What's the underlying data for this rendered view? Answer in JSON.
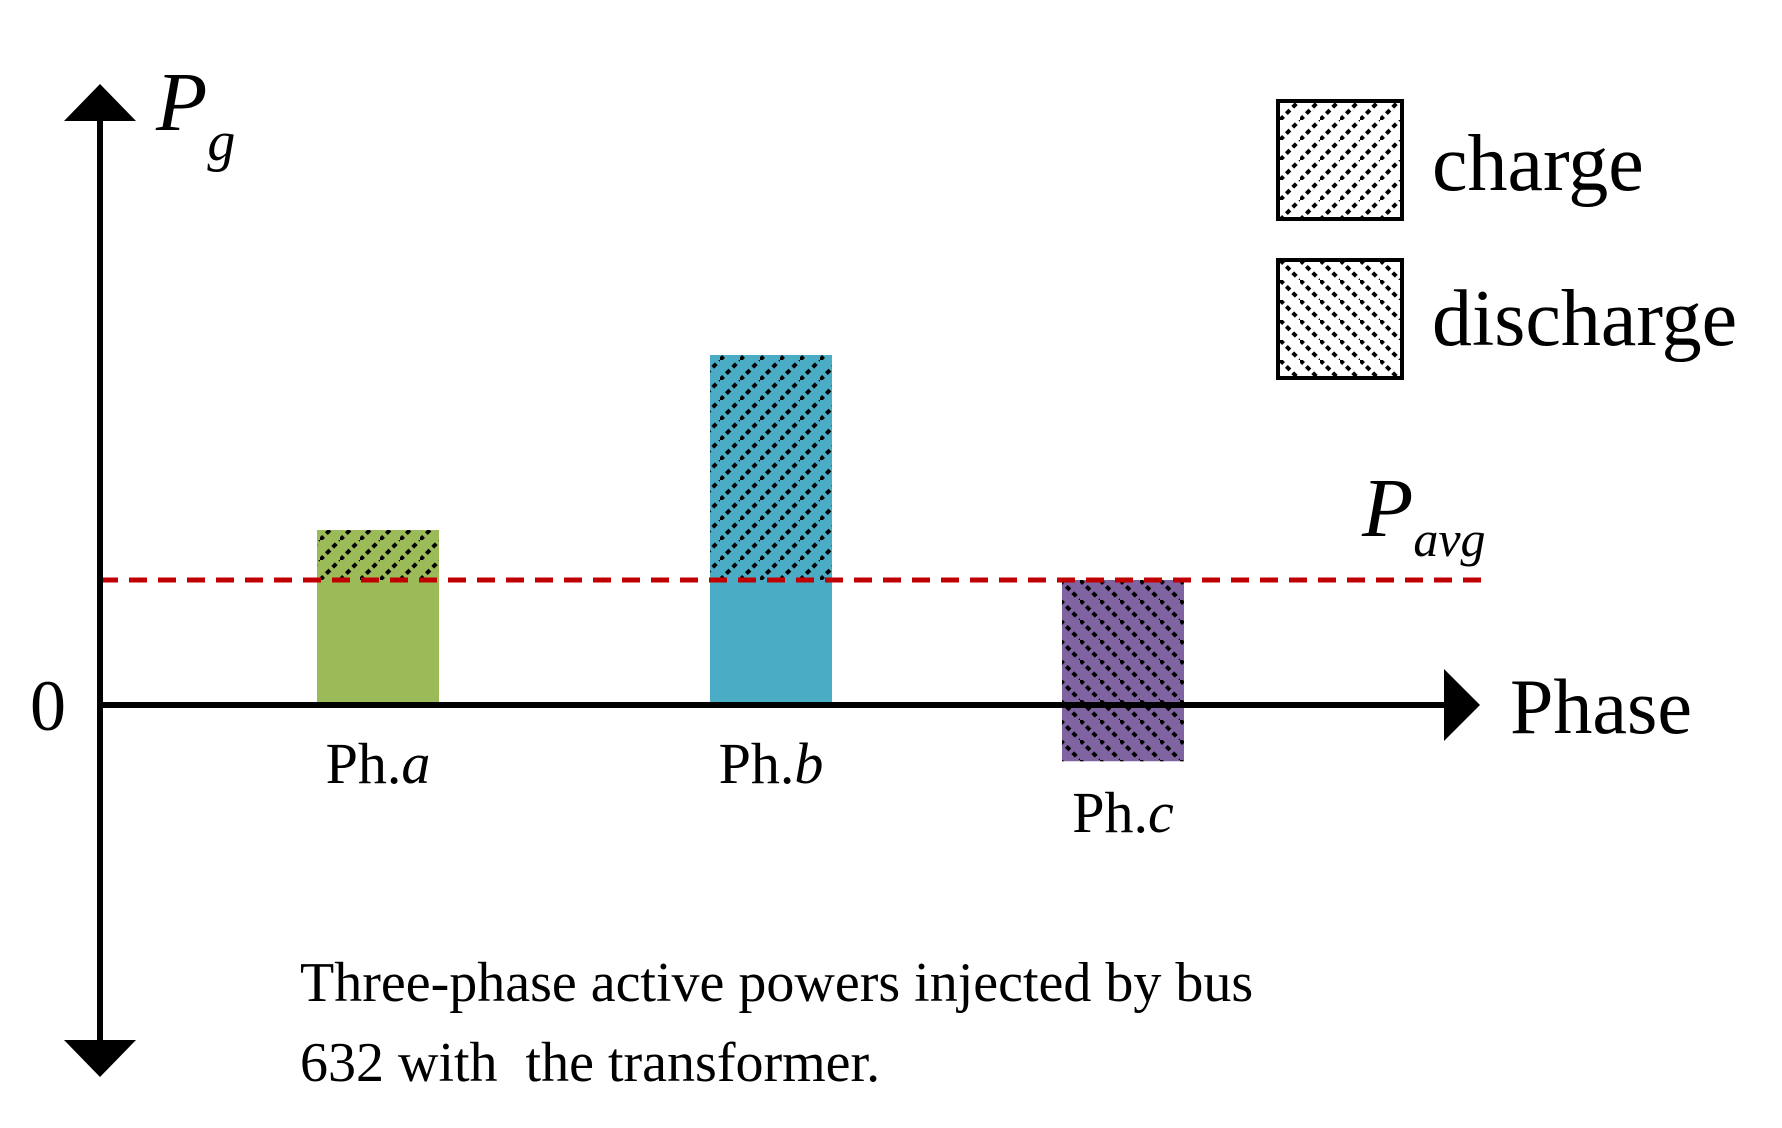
{
  "chart_data": {
    "type": "bar",
    "title": "",
    "categories": [
      {
        "prefix": "Ph.",
        "var": "a"
      },
      {
        "prefix": "Ph.",
        "var": "b"
      },
      {
        "prefix": "Ph.",
        "var": "c"
      }
    ],
    "values": [
      1.4,
      2.8,
      -0.45
    ],
    "reference": {
      "name_base": "P",
      "name_sub": "avg",
      "value": 1.0,
      "color": "#c00000",
      "style": "dashed"
    },
    "bar_colors": [
      "#9bbb59",
      "#4bacc6",
      "#8064a2"
    ],
    "xlabel": "Phase",
    "ylabel_base": "P",
    "ylabel_sub": "g",
    "zero_tick": "0",
    "ylim": [
      -3.0,
      5.0
    ],
    "legend": {
      "placement": "top-right",
      "entries": [
        {
          "label": "charge",
          "pattern": "diagonal-up"
        },
        {
          "label": "discharge",
          "pattern": "diagonal-down"
        }
      ]
    },
    "caption_lines": [
      "Three-phase active powers injected by bus",
      "632 with  the transformer."
    ]
  }
}
